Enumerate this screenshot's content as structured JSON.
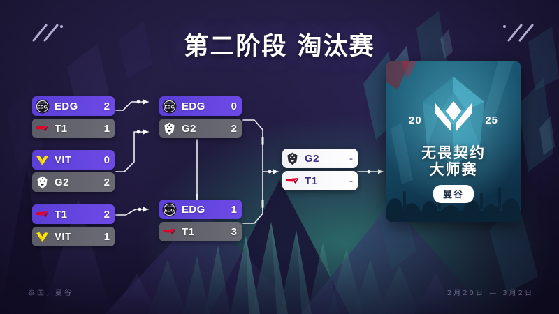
{
  "header": {
    "title": "第二阶段 淘汰赛",
    "decor_left_icon": "diagonal-slashes-icon",
    "decor_right_icon": "diagonal-slashes-icon"
  },
  "theme": {
    "accent_purple": "#6d4ae6",
    "win_row": "#5b3fd6",
    "lose_row": "#63636d",
    "pending_row": "#ffffff",
    "line_color": "#ffffff",
    "bg_dark": "#14102a",
    "bg_teal": "#2c6a6a"
  },
  "bracket": {
    "rounds": [
      {
        "name": "upper-quarterfinals",
        "matches": [
          {
            "id": "uq1",
            "rows": [
              {
                "team": "EDG",
                "logo": "edg-logo-icon",
                "score": "2",
                "state": "win"
              },
              {
                "team": "T1",
                "logo": "t1-logo-icon",
                "score": "1",
                "state": "lose"
              }
            ]
          },
          {
            "id": "uq2",
            "rows": [
              {
                "team": "VIT",
                "logo": "vit-logo-icon",
                "score": "0",
                "state": "win"
              },
              {
                "team": "G2",
                "logo": "g2-logo-icon",
                "score": "2",
                "state": "lose"
              }
            ]
          },
          {
            "id": "lq1",
            "rows": [
              {
                "team": "T1",
                "logo": "t1-logo-icon",
                "score": "2",
                "state": "win"
              },
              {
                "team": "VIT",
                "logo": "vit-logo-icon",
                "score": "1",
                "state": "lose"
              }
            ]
          }
        ]
      },
      {
        "name": "semifinals",
        "matches": [
          {
            "id": "sf1",
            "rows": [
              {
                "team": "EDG",
                "logo": "edg-logo-icon",
                "score": "0",
                "state": "win"
              },
              {
                "team": "G2",
                "logo": "g2-logo-icon",
                "score": "2",
                "state": "lose"
              }
            ]
          },
          {
            "id": "sf2",
            "rows": [
              {
                "team": "EDG",
                "logo": "edg-logo-icon",
                "score": "1",
                "state": "win"
              },
              {
                "team": "T1",
                "logo": "t1-logo-icon",
                "score": "3",
                "state": "lose"
              }
            ]
          }
        ]
      },
      {
        "name": "final",
        "matches": [
          {
            "id": "final",
            "rows": [
              {
                "team": "G2",
                "logo": "g2-logo-icon",
                "score": "-",
                "state": "pending"
              },
              {
                "team": "T1",
                "logo": "t1-logo-icon",
                "score": "-",
                "state": "pending"
              }
            ]
          }
        ]
      }
    ]
  },
  "poster": {
    "year_left": "20",
    "year_right": "25",
    "logo_icon": "valorant-masters-logo-icon",
    "title_line1": "无畏契约",
    "title_line2": "大师赛",
    "city": "曼谷"
  },
  "footer": {
    "location": "泰国，曼谷",
    "dates": "2月20日 — 3月2日"
  }
}
